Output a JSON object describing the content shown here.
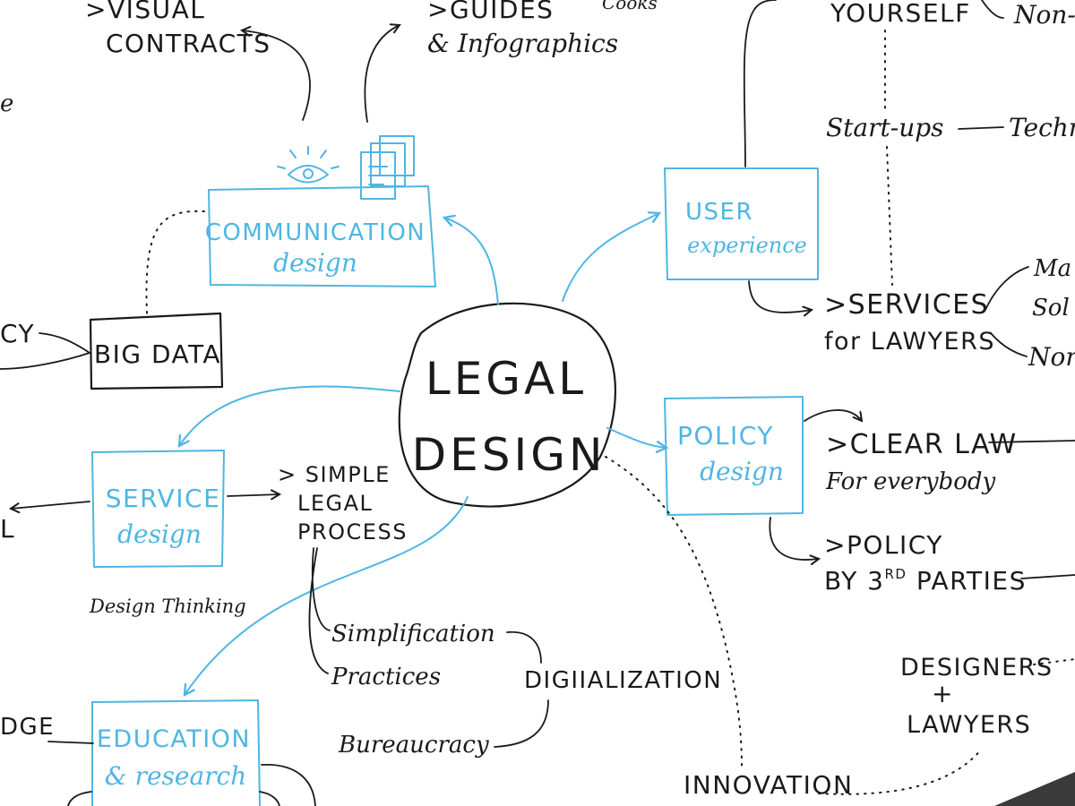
{
  "center": {
    "line1": "LEGAL",
    "line2": "DESIGN"
  },
  "communication": {
    "line1": "COMMUNICATION",
    "line2": "design"
  },
  "user_experience": {
    "line1": "USER",
    "line2": "experience"
  },
  "service": {
    "line1": "SERVICE",
    "line2": "design",
    "note": "Design Thinking"
  },
  "policy": {
    "line1": "POLICY",
    "line2": "design"
  },
  "education": {
    "line1": "EDUCATION",
    "line2": "& research"
  },
  "big_data": {
    "label": "BIG DATA"
  },
  "visual_contracts": {
    "line1": ">VISUAL",
    "line2": "CONTRACTS"
  },
  "guides": {
    "line1": ">GUIDES",
    "line2": "& Infographics"
  },
  "services_lawyers": {
    "line1": ">SERVICES",
    "line2": "for LAWYERS"
  },
  "clear_law": {
    "line1": ">CLEAR LAW",
    "line2": "For everybody"
  },
  "policy_3rd": {
    "line1": ">POLICY",
    "line2": "BY 3",
    "sup": "RD",
    "line2b": " PARTIES"
  },
  "simple_process": {
    "line1": "> SIMPLE",
    "line2": "LEGAL",
    "line3": "PROCESS"
  },
  "branches": {
    "simplification": "Simplification",
    "practices": "Practices",
    "digitalization": "DIGIIALIZATION",
    "bureaucracy": "Bureaucracy"
  },
  "innovation": "INNOVATION",
  "designers_lawyers": {
    "line1": "DESIGNERS",
    "plus": "+",
    "line2": "LAWYERS"
  },
  "top_right": {
    "yourself": "YOURSELF",
    "non": "Non-",
    "startups": "Start-ups",
    "techn": "Techn"
  },
  "right_edge": {
    "ma": "Ma",
    "sol": "Sol",
    "non": "Non"
  },
  "left_edge": {
    "cy": "CY",
    "dge": "DGE",
    "l": "L",
    "e": "e"
  },
  "top_partial": {
    "cooks": "Cooks"
  },
  "colors": {
    "ink": "#1a1a1a",
    "accent": "#4fb6e3",
    "background": "#ffffff"
  }
}
